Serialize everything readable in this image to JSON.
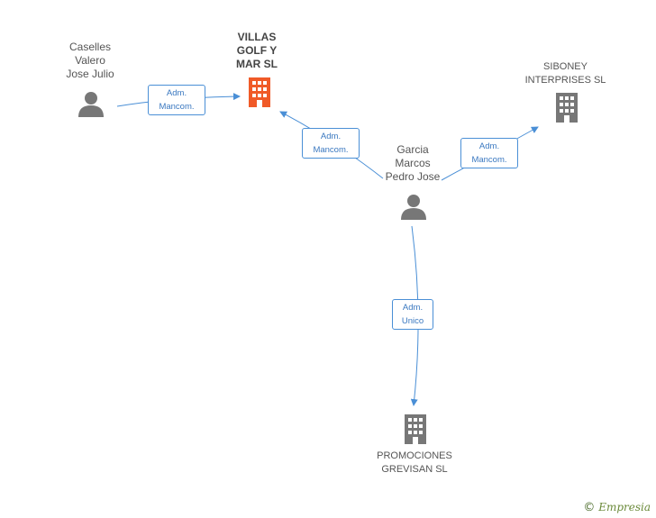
{
  "nodes": {
    "main_company": {
      "label": "VILLAS\nGOLF Y\nMAR  SL"
    },
    "person_caselles": {
      "label": "Caselles\nValero\nJose Julio"
    },
    "person_garcia": {
      "label": "Garcia\nMarcos\nPedro Jose"
    },
    "company_siboney": {
      "label": "SIBONEY\nINTERPRISES SL"
    },
    "company_promociones": {
      "label": "PROMOCIONES\nGREVISAN SL"
    }
  },
  "relations": {
    "caselles_to_villas": "Adm.\nMancom.",
    "garcia_to_villas": "Adm.\nMancom.",
    "garcia_to_siboney": "Adm.\nMancom.",
    "garcia_to_promociones": "Adm.\nUnico"
  },
  "colors": {
    "main_company": "#f05a28",
    "company": "#777777",
    "person": "#777777",
    "edge": "#4a8fd6"
  },
  "watermark": {
    "symbol": "©",
    "brand": "Empresia"
  }
}
